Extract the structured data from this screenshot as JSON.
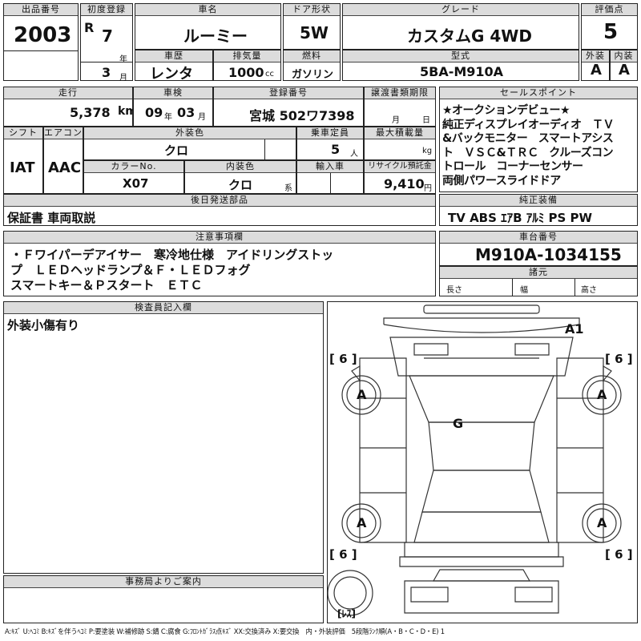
{
  "headers": {
    "lot_number": "出品番号",
    "first_reg": "初度登録",
    "car_name": "車名",
    "door_type": "ドア形状",
    "grade": "グレード",
    "score": "評価点",
    "car_history": "車歴",
    "displacement": "排気量",
    "fuel": "燃料",
    "model_code": "型式",
    "exterior": "外装",
    "interior": "内装",
    "mileage": "走行",
    "inspection": "車検",
    "registration_no": "登録番号",
    "transfer_doc": "譲渡書類期限",
    "sales_points": "セールスポイント",
    "shift": "シフト",
    "aircon": "エアコン",
    "exterior_color": "外装色",
    "capacity": "乗車定員",
    "max_load": "最大積載量",
    "color_no": "カラーNo.",
    "interior_color": "内装色",
    "import": "輸入車",
    "recycle": "リサイクル預託金",
    "later_parts": "後日発送部品",
    "equipment": "純正装備",
    "notes": "注意事項欄",
    "chassis_no": "車台番号",
    "dimensions": "諸元",
    "inspector": "検査員記入欄",
    "office": "事務局よりご案内"
  },
  "values": {
    "lot_number": "2003",
    "era": "R",
    "year_num": "7",
    "year_unit": "年",
    "month_num": "3",
    "month_unit": "月",
    "car_name": "ルーミー",
    "door_type": "5W",
    "grade": "カスタムG 4WD",
    "score": "5",
    "car_history": "レンタ",
    "displacement": "1000",
    "displacement_unit": "cc",
    "fuel": "ガソリン",
    "model_code": "5BA-M910A",
    "exterior_grade": "A",
    "interior_grade": "A",
    "mileage": "5,378",
    "mileage_unit": "km",
    "insp_year": "09",
    "insp_year_unit": "年",
    "insp_month": "03",
    "insp_month_unit": "月",
    "registration": "宮城 502ワ7398",
    "transfer_month": "月",
    "transfer_day": "日",
    "shift": "IAT",
    "aircon": "AAC",
    "exterior_color": "クロ",
    "capacity": "5",
    "capacity_unit": "人",
    "load_unit": "kg",
    "color_no": "X07",
    "interior_color": "クロ",
    "interior_color_unit": "系",
    "recycle": "9,410",
    "recycle_unit": "円",
    "later_parts": "保証書 車両取説",
    "equipment": "TV ABS ｴｱB ｱﾙﾐ PS PW",
    "chassis_no": "M910A-1034155",
    "dim_length": "長さ",
    "dim_width": "幅",
    "dim_height": "高さ",
    "inspector_note": "外装小傷有り"
  },
  "sales_points": [
    "★オークションデビュー★",
    "純正ディスプレイオーディオ　ＴＶ",
    "&バックモニター　スマートアシス",
    "ト　ＶＳＣ&ＴＲＣ　クルーズコン",
    "トロール　コーナーセンサー",
    "両側パワースライドドア"
  ],
  "notes": [
    "・Ｆワイパーデアイサー　寒冷地仕様　アイドリングストッ",
    "プ　ＬＥＤヘッドランプ＆Ｆ・ＬＥＤフォグ",
    "スマートキー＆Ｐスタート　ＥＴＣ"
  ],
  "diagram": {
    "marks": {
      "a1": "A1",
      "a_fl": "A",
      "a_fr": "A",
      "a_rl": "A",
      "a_rr": "A",
      "g": "G"
    },
    "tires": {
      "tl": "[ 6 ]",
      "tr": "[ 6 ]",
      "bl": "[ 6 ]",
      "br": "[ 6 ]"
    },
    "spare": "[ﾚｽ]"
  },
  "legend": "A:ｷｽﾞ U:ﾍｺﾐ B:ｷｽﾞを伴うﾍｺﾐ P:要塗装 W:補修跡 S:錆 C:腐食 G:ﾌﾛﾝﾄｶﾞﾗｽ点ｷｽﾞ XX:交換済み X:要交換　内・外装評価　5段階ﾗﾝｸ順(A・B・C・D・E) 1"
}
